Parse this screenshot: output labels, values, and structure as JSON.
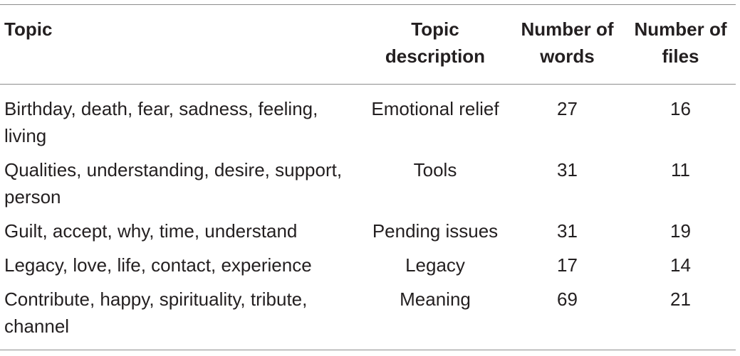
{
  "table": {
    "headers": {
      "topic": "Topic",
      "description": "Topic description",
      "words": "Number of words",
      "files": "Number of files"
    },
    "rows": [
      {
        "topic": "Birthday, death, fear, sadness, feeling, living",
        "description": "Emotional relief",
        "words": "27",
        "files": "16"
      },
      {
        "topic": "Qualities, understanding, desire, support, person",
        "description": "Tools",
        "words": "31",
        "files": "11"
      },
      {
        "topic": "Guilt, accept, why, time, understand",
        "description": "Pending issues",
        "words": "31",
        "files": "19"
      },
      {
        "topic": "Legacy, love, life, contact, experience",
        "description": "Legacy",
        "words": "17",
        "files": "14"
      },
      {
        "topic": "Contribute, happy, spirituality, tribute, channel",
        "description": "Meaning",
        "words": "69",
        "files": "21"
      }
    ]
  }
}
